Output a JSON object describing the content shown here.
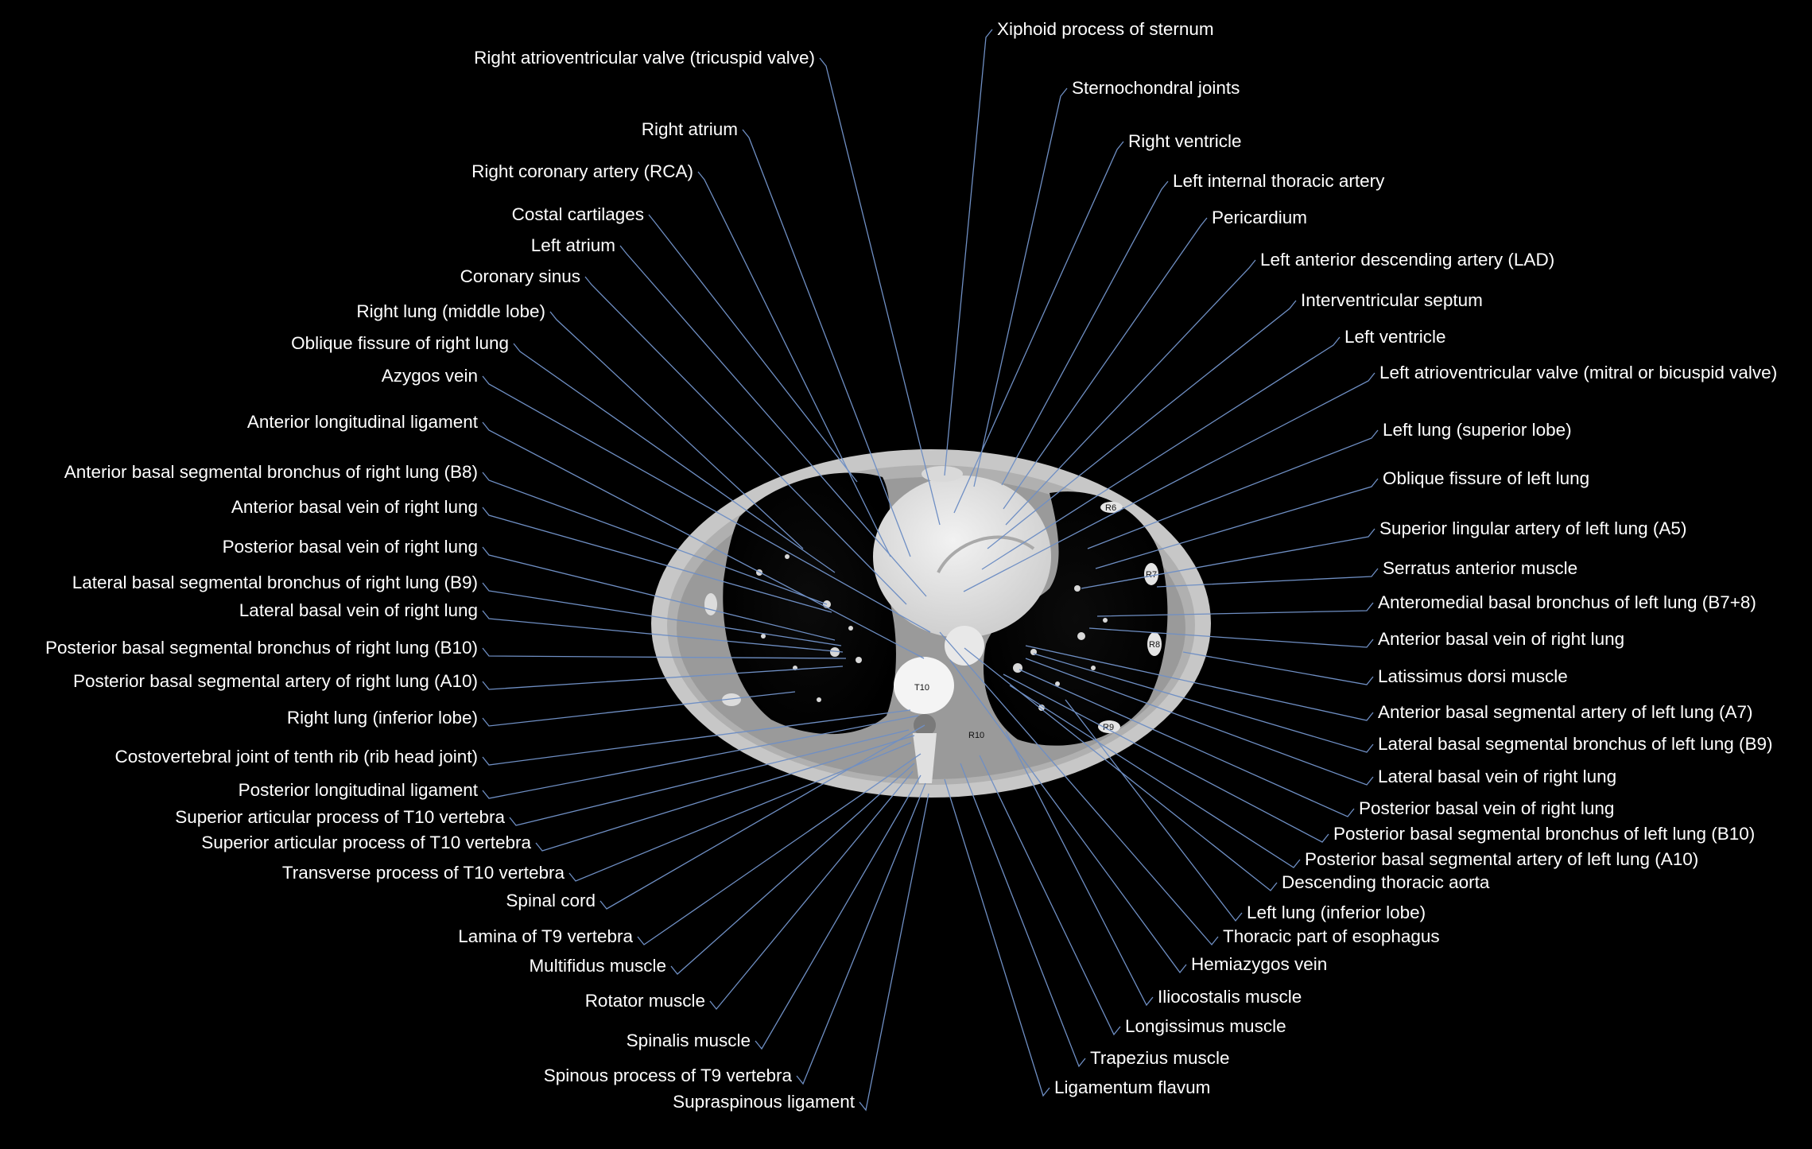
{
  "figure": {
    "background_color": "#000000",
    "label_color": "#ffffff",
    "leader_color": "#6f8fc4",
    "ct_markers": [
      {
        "text": "T10",
        "key": "t10"
      },
      {
        "text": "R6",
        "key": "r6"
      },
      {
        "text": "R7",
        "key": "r7"
      },
      {
        "text": "R8",
        "key": "r8"
      },
      {
        "text": "R9",
        "key": "r9"
      },
      {
        "text": "R10",
        "key": "r10"
      }
    ]
  },
  "labels": [
    {
      "id": "xiphoid-process-of-sternum",
      "text": "Xiphoid process of sternum"
    },
    {
      "id": "right-atrioventricular-valve",
      "text": "Right atrioventricular valve (tricuspid valve)"
    },
    {
      "id": "sternochondral-joints",
      "text": "Sternochondral joints"
    },
    {
      "id": "right-atrium",
      "text": "Right atrium"
    },
    {
      "id": "right-ventricle",
      "text": "Right ventricle"
    },
    {
      "id": "right-coronary-artery",
      "text": "Right coronary artery (RCA)"
    },
    {
      "id": "left-internal-thoracic-artery",
      "text": "Left internal thoracic artery"
    },
    {
      "id": "costal-cartilages",
      "text": "Costal cartilages"
    },
    {
      "id": "pericardium",
      "text": "Pericardium"
    },
    {
      "id": "left-atrium",
      "text": "Left atrium"
    },
    {
      "id": "left-anterior-descending-artery",
      "text": "Left anterior descending artery (LAD)"
    },
    {
      "id": "coronary-sinus",
      "text": "Coronary sinus"
    },
    {
      "id": "interventricular-septum",
      "text": "Interventricular septum"
    },
    {
      "id": "right-lung-middle-lobe",
      "text": "Right lung (middle lobe)"
    },
    {
      "id": "left-ventricle",
      "text": "Left ventricle"
    },
    {
      "id": "oblique-fissure-right-lung",
      "text": "Oblique fissure of right lung"
    },
    {
      "id": "azygos-vein",
      "text": "Azygos vein"
    },
    {
      "id": "left-atrioventricular-valve",
      "text": "Left atrioventricular valve (mitral or bicuspid valve)"
    },
    {
      "id": "anterior-longitudinal-ligament",
      "text": "Anterior longitudinal ligament"
    },
    {
      "id": "left-lung-superior-lobe",
      "text": "Left lung (superior lobe)"
    },
    {
      "id": "anterior-basal-segmental-bronchus-right-b8",
      "text": "Anterior basal segmental bronchus of right lung (B8)"
    },
    {
      "id": "oblique-fissure-left-lung",
      "text": "Oblique fissure of left lung"
    },
    {
      "id": "anterior-basal-vein-right-lung-r",
      "text": "Anterior basal vein of right lung"
    },
    {
      "id": "superior-lingular-artery-a5",
      "text": "Superior lingular artery of left lung (A5)"
    },
    {
      "id": "posterior-basal-vein-right-lung-r",
      "text": "Posterior basal vein of right lung"
    },
    {
      "id": "serratus-anterior-muscle",
      "text": "Serratus anterior muscle"
    },
    {
      "id": "lateral-basal-segmental-bronchus-right-b9",
      "text": "Lateral basal segmental bronchus of right lung (B9)"
    },
    {
      "id": "anteromedial-basal-bronchus-left-b78",
      "text": "Anteromedial basal bronchus of left lung (B7+8)"
    },
    {
      "id": "lateral-basal-vein-right-lung-r",
      "text": "Lateral basal vein of right lung"
    },
    {
      "id": "anterior-basal-vein-right-lung-l",
      "text": "Anterior basal vein of right lung"
    },
    {
      "id": "posterior-basal-segmental-bronchus-right-b10",
      "text": "Posterior basal segmental bronchus of right lung (B10)"
    },
    {
      "id": "latissimus-dorsi-muscle",
      "text": "Latissimus dorsi muscle"
    },
    {
      "id": "posterior-basal-segmental-artery-right-a10",
      "text": "Posterior basal segmental artery of right lung (A10)"
    },
    {
      "id": "anterior-basal-segmental-artery-left-a7",
      "text": "Anterior basal segmental artery of left lung (A7)"
    },
    {
      "id": "right-lung-inferior-lobe",
      "text": "Right lung (inferior lobe)"
    },
    {
      "id": "lateral-basal-segmental-bronchus-left-b9",
      "text": "Lateral basal segmental bronchus of left lung (B9)"
    },
    {
      "id": "costovertebral-joint-tenth-rib",
      "text": "Costovertebral joint of tenth rib (rib head joint)"
    },
    {
      "id": "lateral-basal-vein-right-lung-l",
      "text": "Lateral basal vein of right lung"
    },
    {
      "id": "posterior-longitudinal-ligament",
      "text": "Posterior longitudinal ligament"
    },
    {
      "id": "posterior-basal-vein-right-lung-l",
      "text": "Posterior basal vein of right lung"
    },
    {
      "id": "superior-articular-process-t10-a",
      "text": "Superior articular process of T10 vertebra"
    },
    {
      "id": "posterior-basal-segmental-bronchus-left-b10",
      "text": "Posterior basal segmental bronchus of left lung (B10)"
    },
    {
      "id": "superior-articular-process-t10-b",
      "text": "Superior articular process of T10 vertebra"
    },
    {
      "id": "posterior-basal-segmental-artery-left-a10",
      "text": "Posterior basal segmental artery of left lung (A10)"
    },
    {
      "id": "transverse-process-t10",
      "text": "Transverse process of T10 vertebra"
    },
    {
      "id": "descending-thoracic-aorta",
      "text": "Descending thoracic aorta"
    },
    {
      "id": "spinal-cord",
      "text": "Spinal cord"
    },
    {
      "id": "left-lung-inferior-lobe",
      "text": "Left lung (inferior lobe)"
    },
    {
      "id": "lamina-t9",
      "text": "Lamina of T9 vertebra"
    },
    {
      "id": "thoracic-part-of-esophagus",
      "text": "Thoracic part of esophagus"
    },
    {
      "id": "multifidus-muscle",
      "text": "Multifidus muscle"
    },
    {
      "id": "hemiazygos-vein",
      "text": "Hemiazygos vein"
    },
    {
      "id": "rotator-muscle",
      "text": "Rotator muscle"
    },
    {
      "id": "iliocostalis-muscle",
      "text": "Iliocostalis muscle"
    },
    {
      "id": "longissimus-muscle",
      "text": "Longissimus muscle"
    },
    {
      "id": "spinalis-muscle",
      "text": "Spinalis muscle"
    },
    {
      "id": "trapezius-muscle",
      "text": "Trapezius muscle"
    },
    {
      "id": "spinous-process-t9",
      "text": "Spinous process of T9 vertebra"
    },
    {
      "id": "ligamentum-flavum",
      "text": "Ligamentum flavum"
    },
    {
      "id": "supraspinous-ligament",
      "text": "Supraspinous ligament"
    }
  ]
}
